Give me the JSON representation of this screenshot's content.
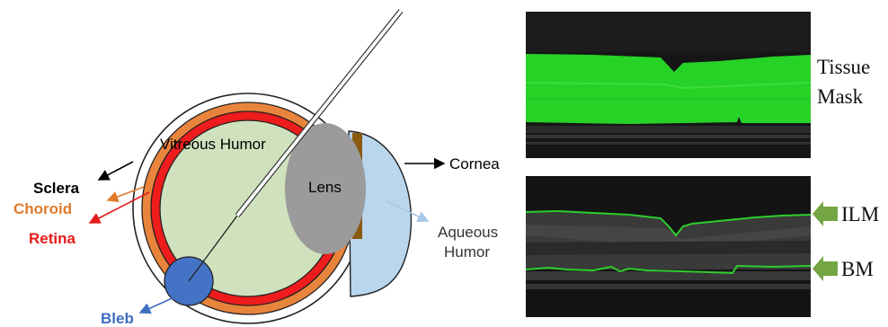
{
  "eye_diagram": {
    "labels": {
      "vitreous": "Vitreous Humor",
      "lens": "Lens",
      "cornea": "Cornea",
      "aqueous_line1": "Aqueous",
      "aqueous_line2": "Humor",
      "sclera": "Sclera",
      "choroid": "Choroid",
      "retina": "Retina",
      "bleb": "Bleb"
    },
    "colors": {
      "sclera": "#ffffff",
      "choroid": "#e9843c",
      "retina": "#ee1c1c",
      "vitreous": "#cfe2bd",
      "lens": "#9b9b9b",
      "aqueous": "#b9d6ec",
      "iris": "#8a5a10",
      "bleb": "#4472c4",
      "sclera_label": "#000000",
      "choroid_label": "#e07b2b",
      "retina_label": "#e41b1b",
      "bleb_label": "#3d6ec0",
      "aqueous_arrow": "#a9c6e4"
    }
  },
  "oct_panels": {
    "top": {
      "label_line1": "Tissue",
      "label_line2": "Mask",
      "mask_color": "#27d227"
    },
    "bottom": {
      "ilm_label": "ILM",
      "bm_label": "BM",
      "line_color": "#2ecc2e",
      "arrow_color": "#73a642"
    }
  }
}
